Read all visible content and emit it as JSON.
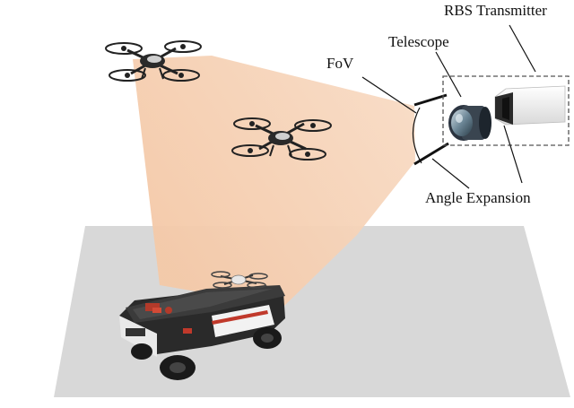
{
  "labels": {
    "rbs_transmitter": "RBS Transmitter",
    "telescope": "Telescope",
    "fov": "FoV",
    "angle_expansion": "Angle Expansion"
  },
  "colors": {
    "beam": "#f6d2b8",
    "ground": "#d7d7d7",
    "drone_body": "#2a2a2a",
    "vehicle_body": "#1f1f1f",
    "vehicle_accent": "#c0392b",
    "transmitter_body": "#f1f1f1",
    "lens": "#8fa8b8",
    "dashed_box": "#555555"
  },
  "icons": {
    "drone_top": "drone-icon",
    "drone_middle": "drone-icon",
    "drone_on_vehicle": "drone-icon",
    "ground_vehicle": "robot-vehicle-icon",
    "telescope": "telescope-lens-icon",
    "transmitter": "transmitter-box-icon"
  }
}
